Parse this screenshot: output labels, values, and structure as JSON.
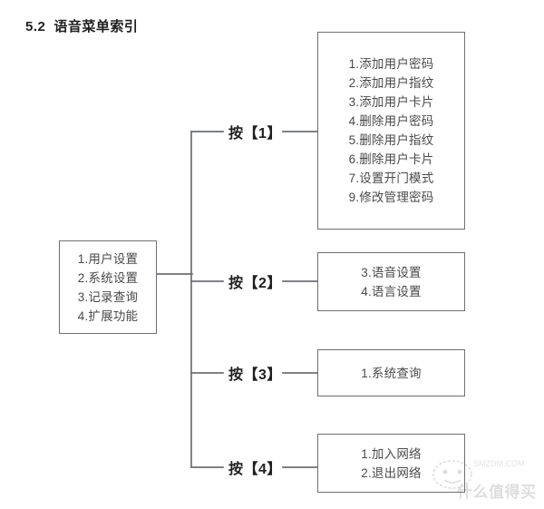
{
  "page": {
    "section_number": "5.2",
    "title": "语音菜单索引"
  },
  "diagram": {
    "type": "tree",
    "root": {
      "name": "root-menu",
      "lines": [
        "1.用户设置",
        "2.系统设置",
        "3.记录查询",
        "4.扩展功能"
      ]
    },
    "branches": [
      {
        "key": "1",
        "label": "按【1】",
        "lines": [
          "1.添加用户密码",
          "2.添加用户指纹",
          "3.添加用户卡片",
          "4.删除用户密码",
          "5.删除用户指纹",
          "6.删除用户卡片",
          "7.设置开门模式",
          "9.修改管理密码"
        ]
      },
      {
        "key": "2",
        "label": "按【2】",
        "lines": [
          "3.语音设置",
          "4.语言设置"
        ]
      },
      {
        "key": "3",
        "label": "按【3】",
        "lines": [
          "1.系统查询"
        ]
      },
      {
        "key": "4",
        "label": "按【4】",
        "lines": [
          "1.加入网络",
          "2.退出网络"
        ]
      }
    ]
  },
  "watermark": {
    "text": "什么值得买",
    "subtext": "SMZDM.COM"
  },
  "colors": {
    "background": "#ffffff",
    "box_border": "#6d6f72",
    "connector": "#6d6f72",
    "body_text": "#4a4a4a",
    "heading_text": "#1f1f1f"
  }
}
